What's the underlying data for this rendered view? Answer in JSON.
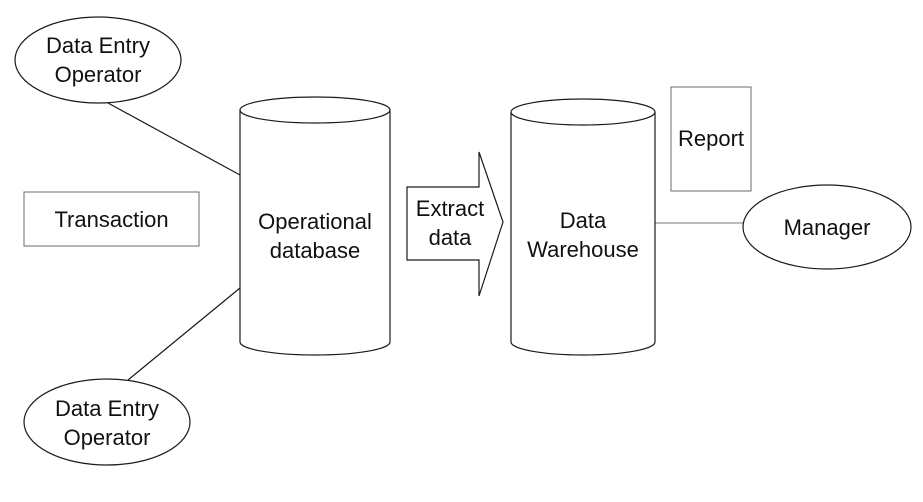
{
  "diagram": {
    "nodes": {
      "operator_top": {
        "line1": "Data Entry",
        "line2": "Operator"
      },
      "operator_bottom": {
        "line1": "Data Entry",
        "line2": "Operator"
      },
      "transaction": {
        "label": "Transaction"
      },
      "operational_db": {
        "line1": "Operational",
        "line2": "database"
      },
      "extract_arrow": {
        "line1": "Extract",
        "line2": "data"
      },
      "data_warehouse": {
        "line1": "Data",
        "line2": "Warehouse"
      },
      "report": {
        "label": "Report"
      },
      "manager": {
        "label": "Manager"
      }
    }
  }
}
